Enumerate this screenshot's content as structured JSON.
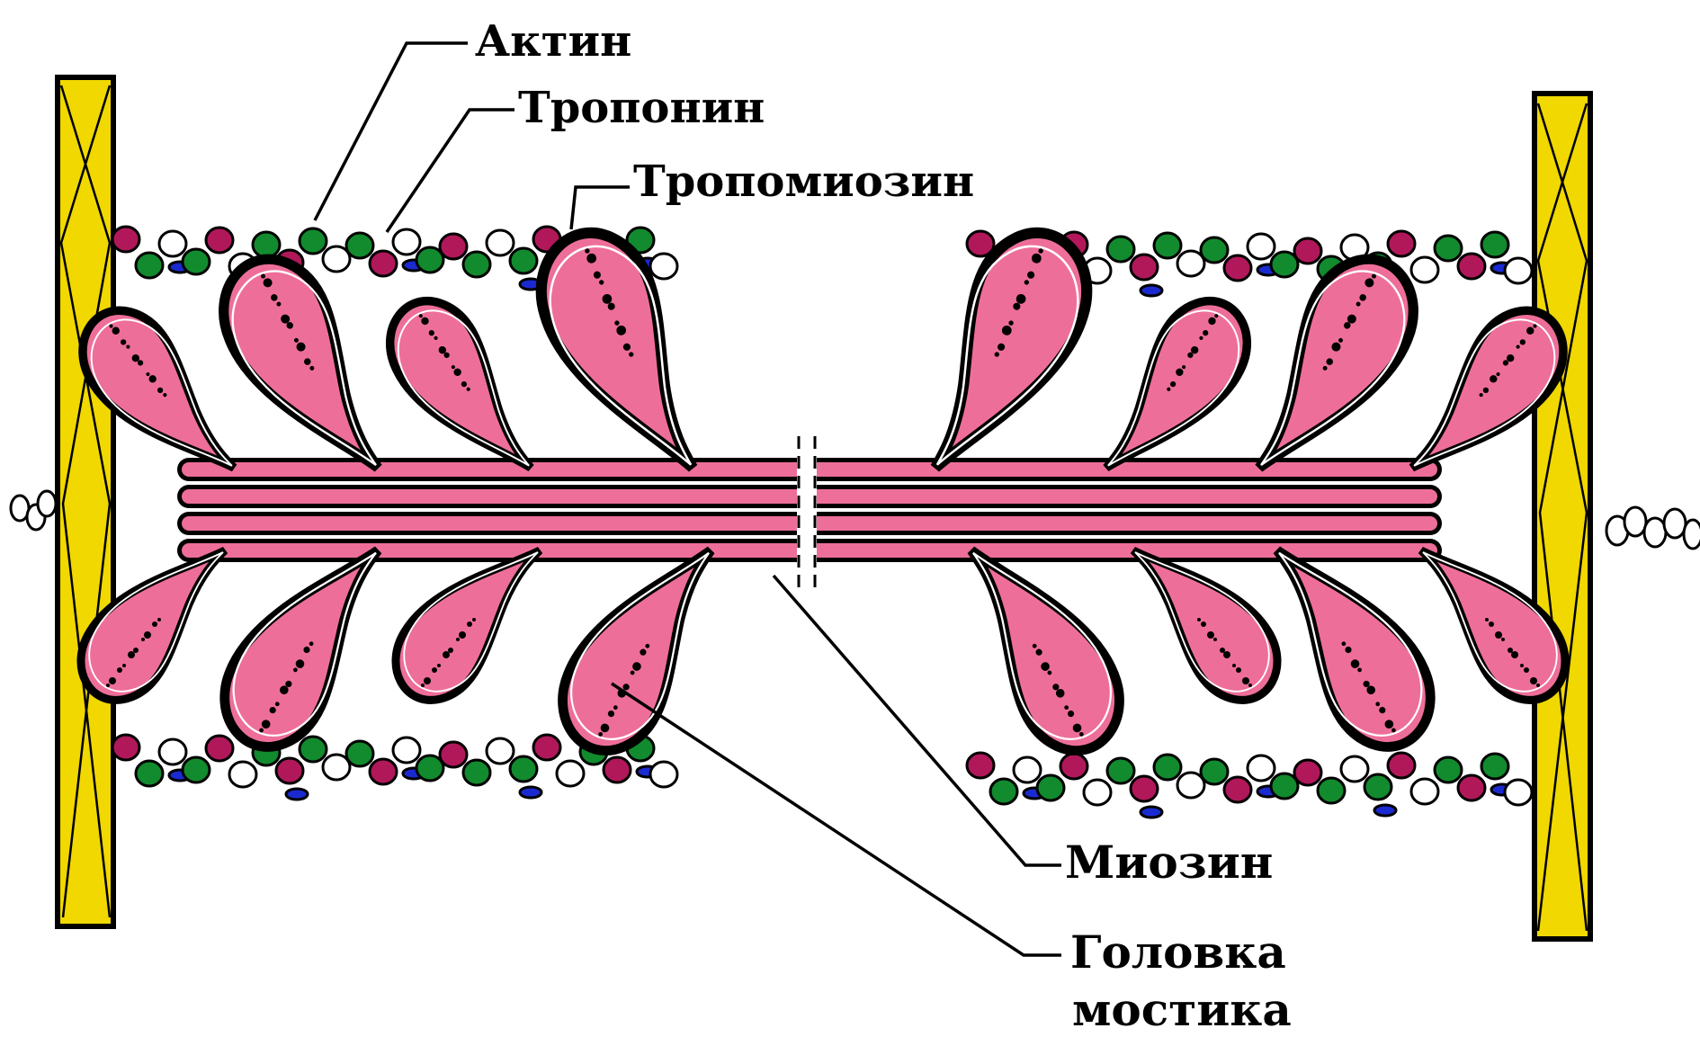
{
  "labels": {
    "actin": "Актин",
    "troponin": "Тропонин",
    "tropomyosin": "Тропомиозин",
    "myosin": "Миозин",
    "head_line1": "Головка",
    "head_line2": "мостика"
  },
  "colors": {
    "z_disc": "#f0d800",
    "myosin": "#ee6e9a",
    "bead_magenta": "#b0185a",
    "bead_green": "#128a2e",
    "bead_blue": "#1a2ad0",
    "bead_white": "#ffffff",
    "outline": "#000000"
  }
}
